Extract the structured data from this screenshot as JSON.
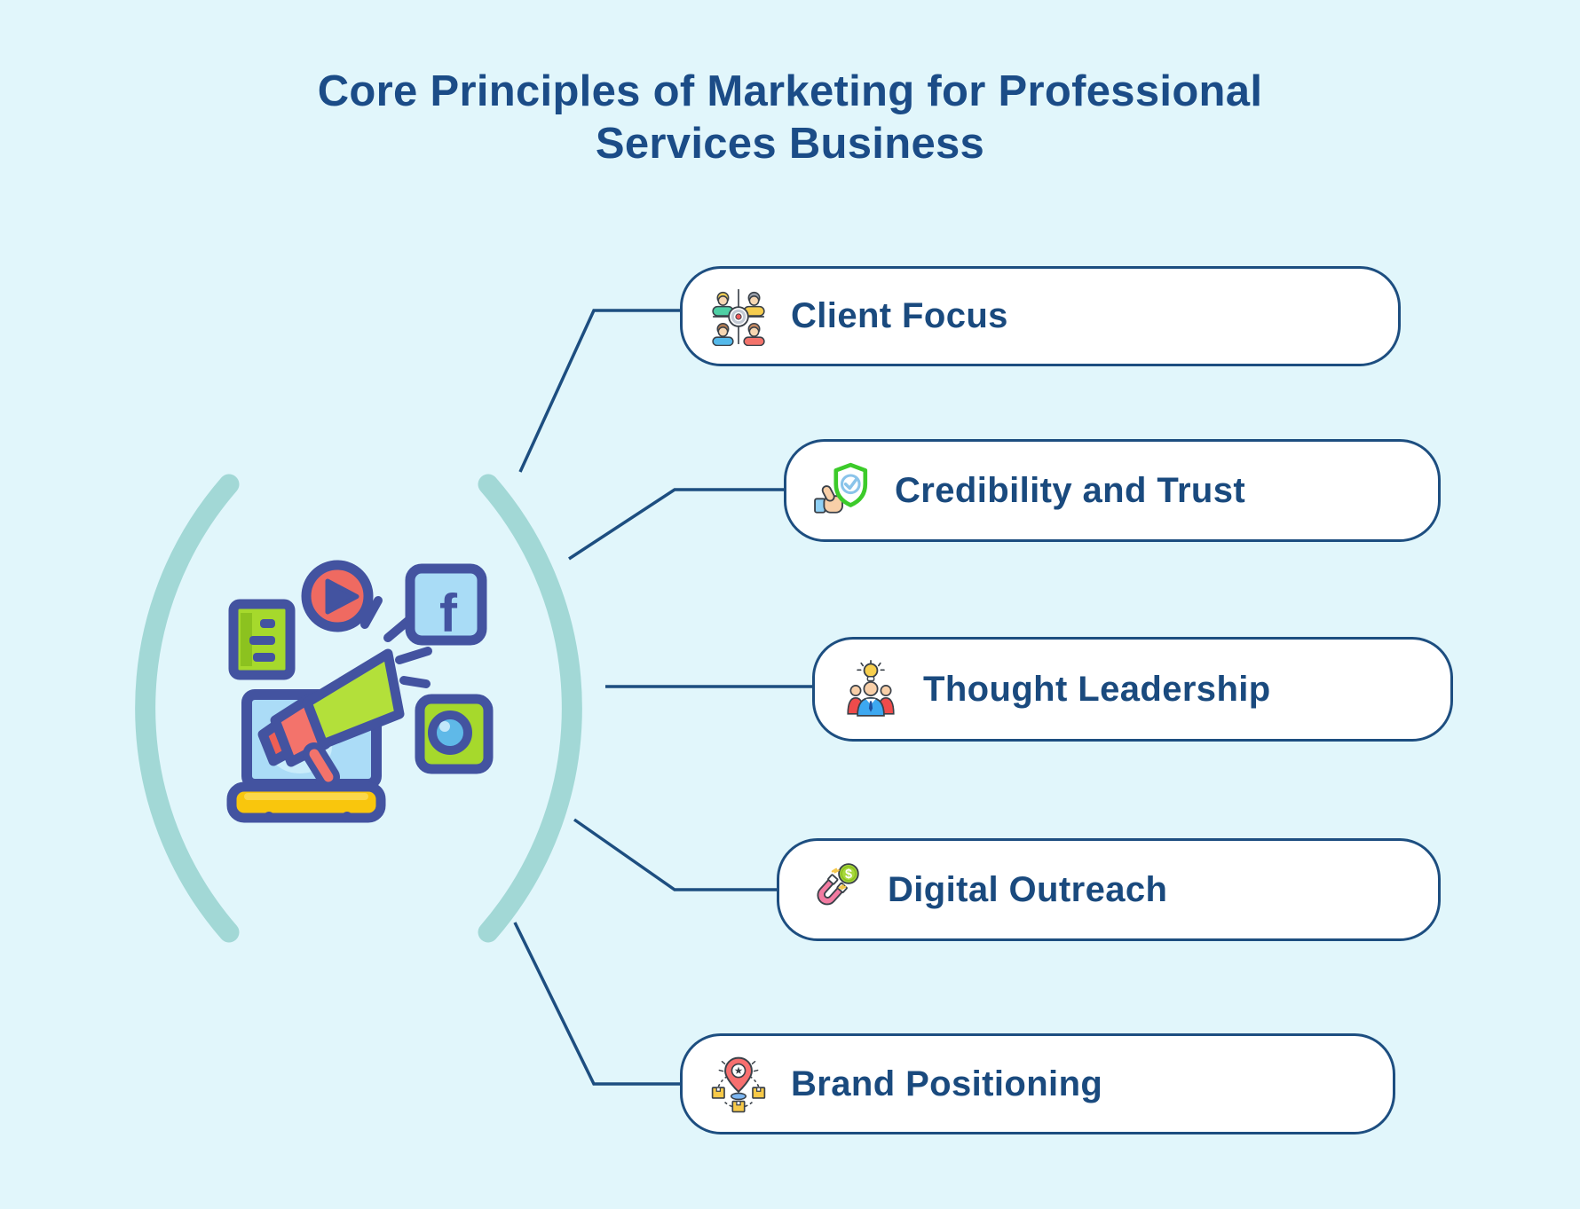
{
  "title": "Core Principles of Marketing for Professional Services Business",
  "items": [
    {
      "label": "Client Focus",
      "icon": "client-focus-icon"
    },
    {
      "label": "Credibility and Trust",
      "icon": "credibility-and-trust-icon"
    },
    {
      "label": "Thought Leadership",
      "icon": "thought-leadership-icon"
    },
    {
      "label": "Digital Outreach",
      "icon": "digital-outreach-icon"
    },
    {
      "label": "Brand Positioning",
      "icon": "brand-positioning-icon"
    }
  ],
  "illustration": {
    "facebook_letter": "f",
    "coin_symbol": "$"
  },
  "colors": {
    "background": "#e1f6fb",
    "card_background": "#ffffff",
    "card_border": "#1d4e80",
    "connector_line": "#1d4e80",
    "label_text": "#1a4a7e",
    "title_text": "#1b4c87",
    "arc_teal": "#a2d8d6",
    "illustration_outline": "#4353a0",
    "illustration_green": "#a6d92c",
    "illustration_salmon": "#f3736b",
    "illustration_light_blue": "#a9dcf6",
    "illustration_yellow": "#f9c60d"
  }
}
